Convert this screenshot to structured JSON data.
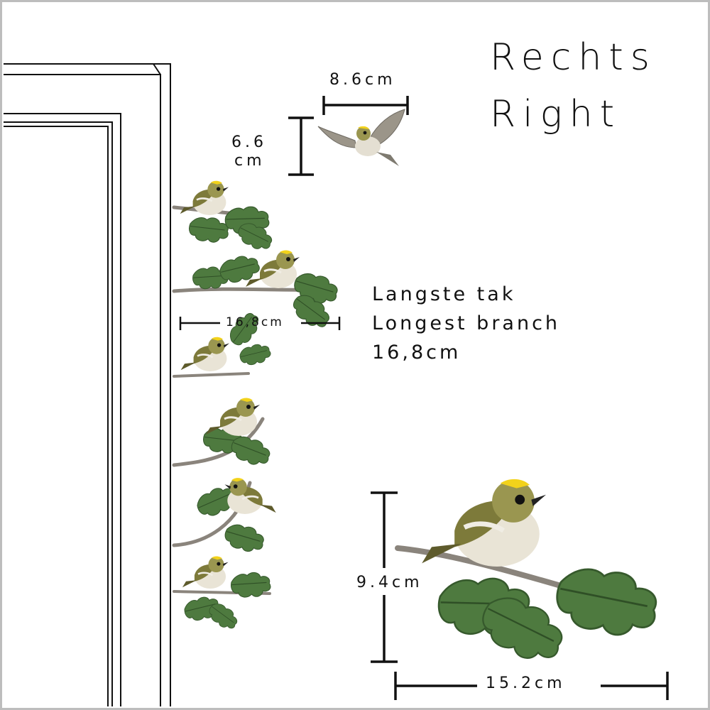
{
  "title": {
    "line1": "Rechts",
    "line2": "Right"
  },
  "dimensions": {
    "flying_width": "8.6cm",
    "flying_height_num": "6.6",
    "flying_height_unit": "cm",
    "longest_branch_width": "16,8cm",
    "big_height": "9.4cm",
    "big_width": "15.2cm"
  },
  "info": {
    "line1": "Langste tak",
    "line2": "Longest branch",
    "line3": "16,8cm"
  },
  "colors": {
    "leaf": "#4e7a3f",
    "leaf_dark": "#36592c",
    "bird_body": "#7d7a3a",
    "bird_belly": "#e9e4d6",
    "crest": "#f2d21b",
    "branch": "#8a847c",
    "frame_border": "#bdbdbd"
  }
}
